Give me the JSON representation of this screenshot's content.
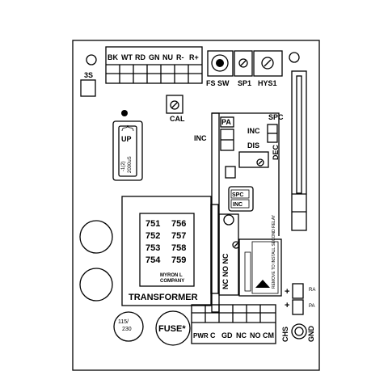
{
  "terminals_top": [
    "BK",
    "WT",
    "RD",
    "GN",
    "NU",
    "R-",
    "R+"
  ],
  "labels": {
    "three_s": "3S",
    "fs_sw": "FS SW",
    "sp1": "SP1",
    "hys1": "HYS1",
    "cal": "CAL",
    "up": "UP",
    "chip_text_1": "-1(2)",
    "chip_text_2": "2000uS",
    "pa": "PA",
    "inc_left": "INC",
    "inc_right": "INC",
    "spc_right": "SPC",
    "dis": "DIS",
    "dec": "DEC",
    "spc_box": "SPC",
    "inc_box": "INC",
    "nc_no_nc": "NC NO NC",
    "myron": "MYRON L",
    "company": "COMPANY",
    "transformer": "TRANSFORMER",
    "relay_text": "REMOVE TO INSTALL SECOND RELAY",
    "fuse": "FUSE*",
    "voltage_top": "115/",
    "voltage_bottom": "230",
    "chs": "CHS",
    "gnd": "GND",
    "pa_small": "PA",
    "ra_small": "RA",
    "plus": "+"
  },
  "models": [
    [
      "751",
      "756"
    ],
    [
      "752",
      "757"
    ],
    [
      "753",
      "758"
    ],
    [
      "754",
      "759"
    ]
  ],
  "terminals_bottom": [
    "PWR",
    "C",
    "GD",
    "NC",
    "NO",
    "CM"
  ]
}
